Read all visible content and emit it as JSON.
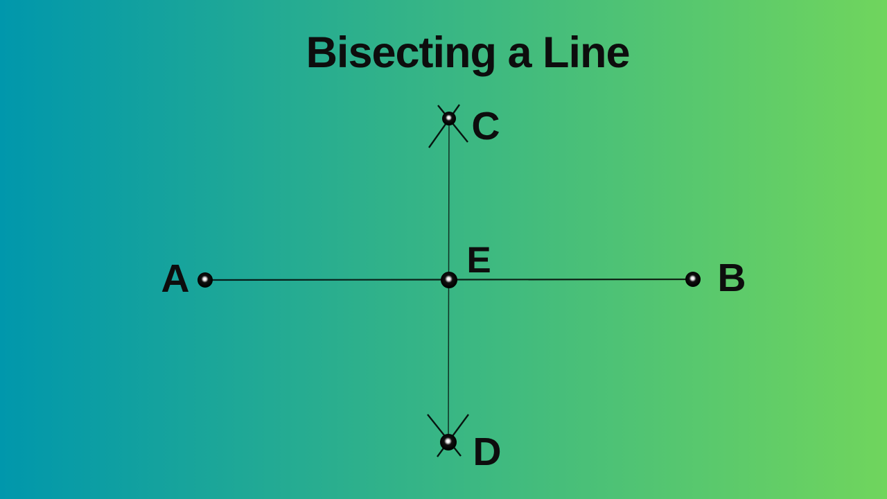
{
  "title": "Bisecting a Line",
  "colors": {
    "background_gradient_left": "#0097ac",
    "background_gradient_right": "#70d55d",
    "line_color": "#000000",
    "text_color": "#0d0d0d"
  },
  "diagram": {
    "points": [
      {
        "label": "A"
      },
      {
        "label": "B"
      },
      {
        "label": "C"
      },
      {
        "label": "D"
      },
      {
        "label": "E"
      }
    ],
    "segments": [
      {
        "name": "line-AB",
        "from": "A",
        "to": "B",
        "through": "E"
      },
      {
        "name": "perpendicular-bisector-CD",
        "from": "C",
        "to": "D",
        "through": "E"
      }
    ],
    "arc_marks": [
      {
        "at": "C",
        "style": "x-cross"
      },
      {
        "at": "D",
        "style": "x-cross"
      }
    ]
  }
}
